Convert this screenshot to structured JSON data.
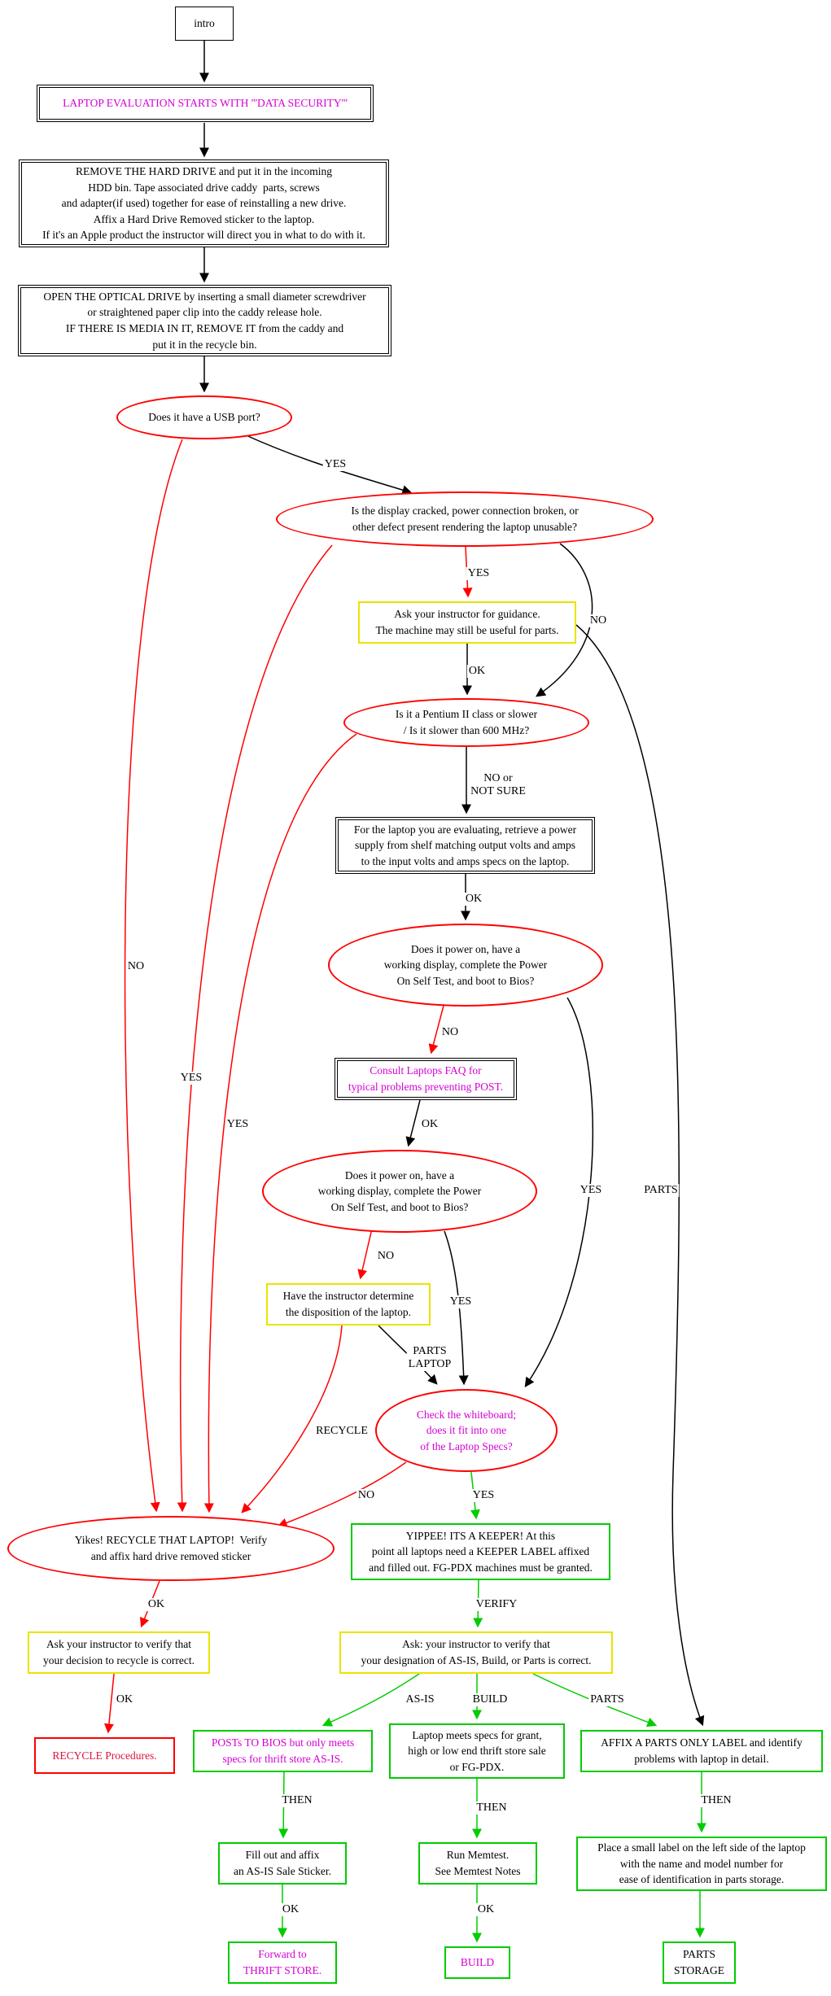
{
  "diagram_title": "Laptop evaluation flowchart",
  "colors": {
    "edge_black": "#000000",
    "edge_red": "#ff0000",
    "edge_green": "#00cc00",
    "border_yellow": "#ebe300",
    "text_magenta": "#d400d4",
    "text_crimson": "#dc143c"
  },
  "nodes": {
    "intro": "intro",
    "data_security": "LAPTOP EVALUATION STARTS WITH '''DATA SECURITY'''",
    "remove_hdd": "REMOVE THE HARD DRIVE and put it in the incoming\nHDD bin. Tape associated drive caddy  parts, screws\nand adapter(if used) together for ease of reinstalling a new drive.\nAffix a Hard Drive Removed sticker to the laptop.\nIf it's an Apple product the instructor will direct you in what to do with it.",
    "optical": "OPEN THE OPTICAL DRIVE by inserting a small diameter screwdriver\nor straightened paper clip into the caddy release hole.\nIF THERE IS MEDIA IN IT, REMOVE IT from the caddy and\nput it in the recycle bin.",
    "usb": "Does it have a USB port?",
    "display": "Is the display cracked, power connection broken, or\nother defect present rendering the laptop unusable?",
    "guidance": "Ask your instructor for guidance.\nThe machine may still be useful for parts.",
    "pentium": "Is it a Pentium II class or slower\n/ Is it slower than 600 MHz?",
    "power": "For the laptop you are evaluating, retrieve a power\nsupply from shelf matching output volts and amps\nto the input volts and amps specs on the laptop.",
    "post1": "Does it power on, have a\nworking display, complete the Power\nOn Self Test, and boot to Bios?",
    "faq": "Consult Laptops FAQ for\ntypical problems preventing POST.",
    "post2": "Does it power on, have a\nworking display, complete the Power\nOn Self Test, and boot to Bios?",
    "disposition": "Have the instructor determine\nthe disposition of the laptop.",
    "whiteboard": "Check the whiteboard;\ndoes it fit into one\nof the Laptop Specs?",
    "recycle": "Yikes! RECYCLE THAT LAPTOP!  Verify\nand affix hard drive removed sticker",
    "keeper": "YIPPEE! ITS A KEEPER! At this\npoint all laptops need a KEEPER LABEL affixed\nand filled out. FG-PDX machines must be granted.",
    "verify_recycle": "Ask your instructor to verify that\nyour decision to recycle is correct.",
    "verify_designation": "Ask: your instructor to verify that\nyour designation of AS-IS, Build, or Parts is correct.",
    "recycle_procedures": "RECYCLE Procedures.",
    "asis": "POSTs TO BIOS but only meets\nspecs for thrift store AS-IS.",
    "build_specs": "Laptop meets specs for grant,\nhigh or low end thrift store sale\nor FG-PDX.",
    "parts_label": "AFFIX A PARTS ONLY LABEL and identify\nproblems with laptop in detail.",
    "fill_out": "Fill out and affix\nan AS-IS Sale Sticker.",
    "memtest": "Run Memtest.\nSee Memtest Notes",
    "place_label": "Place a small label on the left side of the laptop\nwith the name and model number for\nease of identification in parts storage.",
    "thrift": "Forward to\nTHRIFT STORE.",
    "build": "BUILD",
    "parts_storage": "PARTS\nSTORAGE"
  },
  "edge_labels": {
    "usb_display": "YES",
    "usb_recycle": "NO",
    "display_guidance": "YES",
    "display_pentium": "NO",
    "display_recycle": "YES",
    "guidance_pentium": "OK",
    "guidance_parts": "PARTS",
    "pentium_recycle": "YES",
    "pentium_power": "NO or\nNOT SURE",
    "power_post1": "OK",
    "post1_faq": "NO",
    "post1_whiteboard": "YES",
    "faq_post2": "OK",
    "post2_disposition": "NO",
    "post2_whiteboard": "YES",
    "disposition_whiteboard": "PARTS\nLAPTOP",
    "disposition_recycle": "RECYCLE",
    "whiteboard_recycle": "NO",
    "whiteboard_keeper": "YES",
    "recycle_verify": "OK",
    "verify_procedures": "OK",
    "keeper_verify": "VERIFY",
    "verify_asis": "AS-IS",
    "verify_build": "BUILD",
    "verify_parts": "PARTS",
    "asis_fill": "THEN",
    "build_memtest": "THEN",
    "parts_place": "THEN",
    "fill_thrift": "OK",
    "memtest_build": "OK"
  }
}
